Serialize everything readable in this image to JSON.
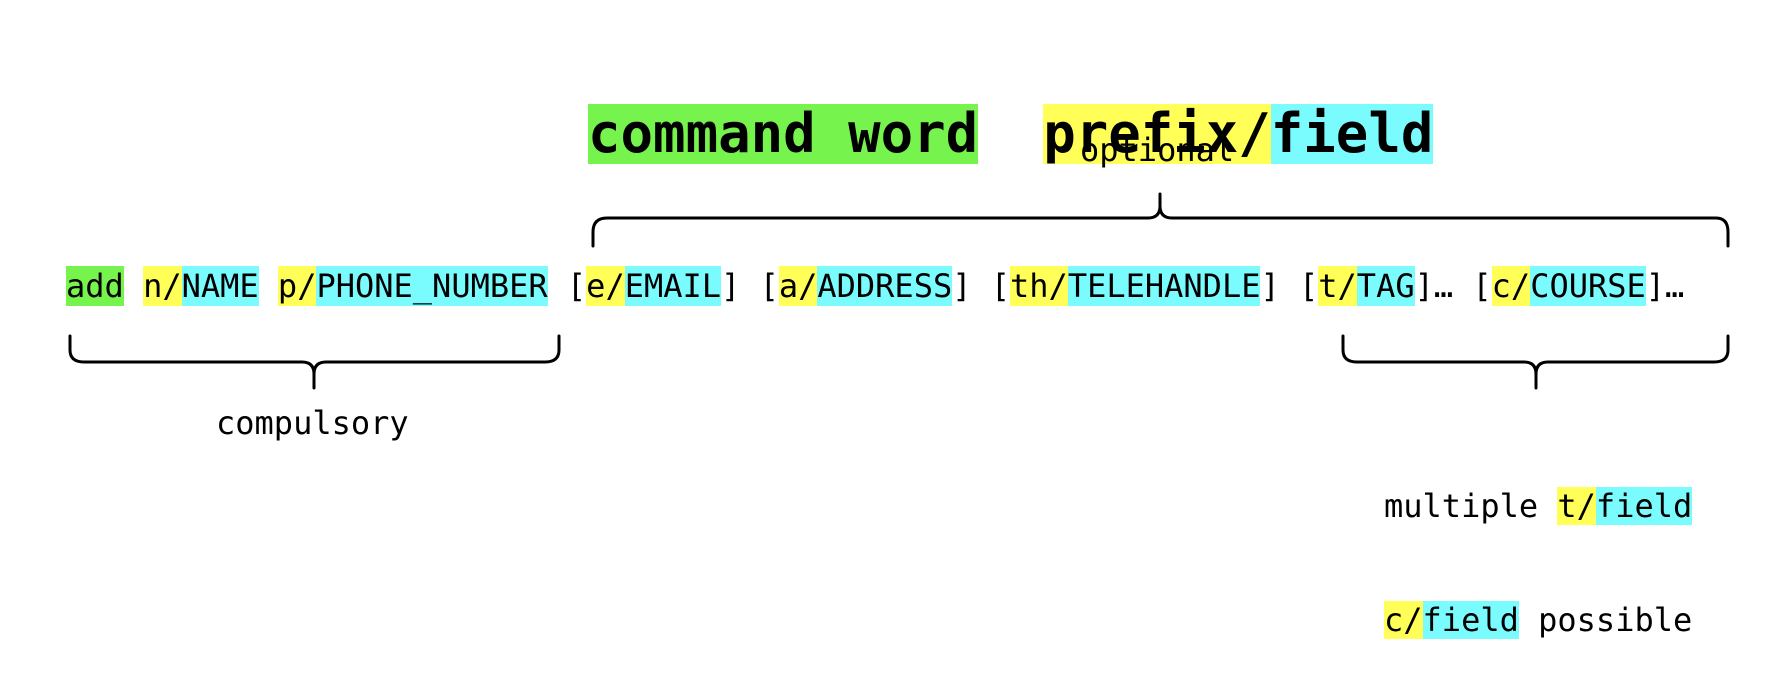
{
  "legend": {
    "command_word": "command word",
    "prefix": "prefix/",
    "field": "field"
  },
  "command": {
    "tokens": [
      {
        "text": "add",
        "style": "command"
      },
      {
        "text": " ",
        "style": "plain"
      },
      {
        "text": "n/",
        "style": "prefix"
      },
      {
        "text": "NAME",
        "style": "field"
      },
      {
        "text": " ",
        "style": "plain"
      },
      {
        "text": "p/",
        "style": "prefix"
      },
      {
        "text": "PHONE_NUMBER",
        "style": "field"
      },
      {
        "text": " [",
        "style": "plain"
      },
      {
        "text": "e/",
        "style": "prefix"
      },
      {
        "text": "EMAIL",
        "style": "field"
      },
      {
        "text": "] [",
        "style": "plain"
      },
      {
        "text": "a/",
        "style": "prefix"
      },
      {
        "text": "ADDRESS",
        "style": "field"
      },
      {
        "text": "] [",
        "style": "plain"
      },
      {
        "text": "th/",
        "style": "prefix"
      },
      {
        "text": "TELEHANDLE",
        "style": "field"
      },
      {
        "text": "] [",
        "style": "plain"
      },
      {
        "text": "t/",
        "style": "prefix"
      },
      {
        "text": "TAG",
        "style": "field"
      },
      {
        "text": "]… [",
        "style": "plain"
      },
      {
        "text": "c/",
        "style": "prefix"
      },
      {
        "text": "COURSE",
        "style": "field"
      },
      {
        "text": "]…",
        "style": "plain"
      }
    ]
  },
  "annotations": {
    "optional": "optional",
    "compulsory": "compulsory",
    "multiple": {
      "line1_text": "multiple ",
      "line1_prefix": "t/",
      "line1_field": "field",
      "line2_prefix": "c/",
      "line2_field": "field",
      "line2_text": " possible"
    }
  },
  "colors": {
    "command": "#76f44d",
    "prefix": "#ffff57",
    "field": "#7afcff"
  }
}
